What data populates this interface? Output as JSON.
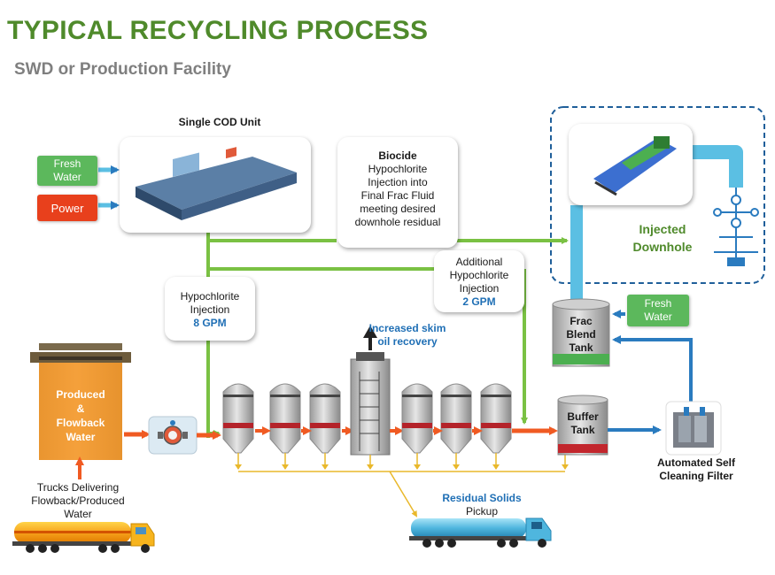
{
  "title": "TYPICAL RECYCLING PROCESS",
  "subtitle": "SWD or Production Facility",
  "cod_unit_label": "Single COD Unit",
  "fresh_water_label_1": "Fresh\nWater",
  "power_label": "Power",
  "biocide": {
    "heading": "Biocide",
    "body": "Hypochlorite\nInjection into\nFinal Frac Fluid\nmeeting desired\ndownhole residual"
  },
  "additional_hypo": {
    "body": "Additional\nHypochlorite\nInjection",
    "rate": "2 GPM"
  },
  "hypo_injection": {
    "body": "Hypochlorite\nInjection",
    "rate": "8 GPM"
  },
  "injected_downhole": "Injected\nDownhole",
  "fresh_water_label_2": "Fresh\nWater",
  "frac_blend_tank": "Frac\nBlend\nTank",
  "buffer_tank": "Buffer\nTank",
  "automated_filter": "Automated Self\nCleaning Filter",
  "produced_water": "Produced\n&\nFlowback\nWater",
  "trucks_delivering": "Trucks Delivering\nFlowback/Produced\nWater",
  "skim_oil": "Increased skim\noil recovery",
  "residual_solids": {
    "line1": "Residual Solids",
    "line2": "Pickup"
  },
  "colors": {
    "title_green": "#4f8a2b",
    "pipe_green": "#7ac143",
    "pipe_blue": "#2a7bbf",
    "pipe_orange": "#f05a22",
    "light_blue": "#5bbfe3",
    "box_green": "#5cb85c",
    "box_red": "#e8401c",
    "tank_orange": "#f7941d",
    "solids_yellow": "#f2c94c"
  }
}
